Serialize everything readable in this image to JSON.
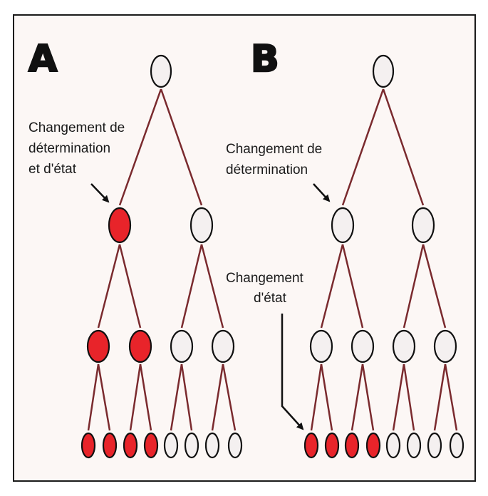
{
  "panels": {
    "a": {
      "letter": "A",
      "annotation": {
        "lines": [
          "Changement de",
          "détermination",
          "et d'état"
        ]
      }
    },
    "b": {
      "letter": "B",
      "annotation_determination": {
        "lines": [
          "Changement de",
          "détermination"
        ]
      },
      "annotation_etat": {
        "lines": [
          "Changement",
          "d'état"
        ]
      }
    }
  },
  "tree": {
    "levels": 5,
    "panel_a_red_cells": [
      [],
      [
        0
      ],
      [
        0,
        1
      ],
      [
        0,
        1,
        2,
        3
      ],
      []
    ],
    "panel_b_red_cells": [
      [],
      [],
      [],
      [
        0,
        1,
        2,
        3
      ],
      []
    ]
  },
  "colors": {
    "cell_red": "#e8242a",
    "cell_white": "#f4f0f0",
    "cell_outline": "#111111",
    "branch_line": "#7a2a2e",
    "arrow": "#111111"
  }
}
